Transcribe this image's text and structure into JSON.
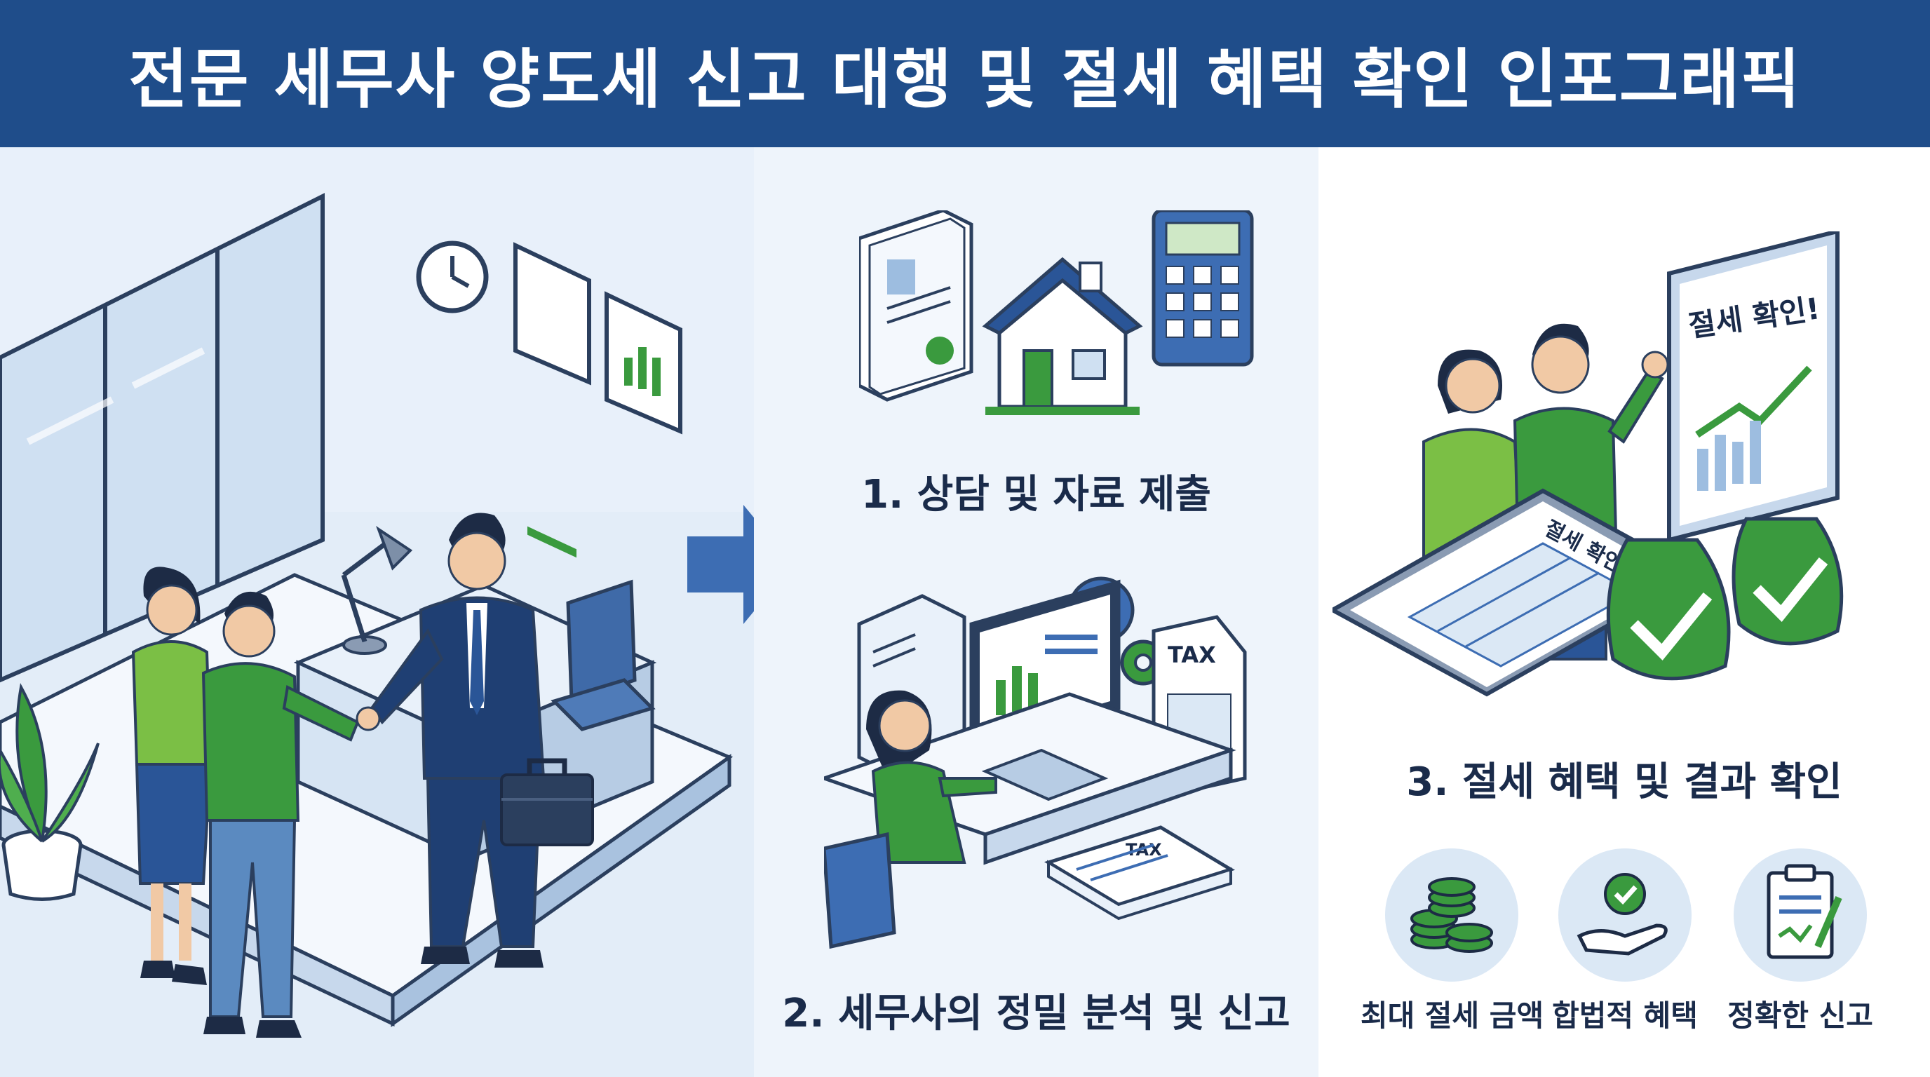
{
  "header": {
    "title": "전문 세무사 양도세 신고 대행 및 절세 혜택 확인 인포그래픽"
  },
  "colors": {
    "header_bg": "#1f4d8a",
    "navy": "#1f3f73",
    "green": "#3a9a3e",
    "light_blue": "#dbe8f5"
  },
  "steps": [
    {
      "label": "1. 상담 및 자료 제출"
    },
    {
      "label": "2. 세무사의 정밀 분석 및 신고"
    },
    {
      "label": "3. 절세 혜택 및 결과 확인"
    }
  ],
  "illustration_text": {
    "tax_doc_1": "TAX",
    "tax_doc_2": "TAX",
    "monitor_banner": "절세 확인!",
    "tablet_title": "절세 확인"
  },
  "benefits": [
    {
      "label": "최대 절세 금액",
      "icon": "coins-icon"
    },
    {
      "label": "합법적 혜택",
      "icon": "hand-gear-icon"
    },
    {
      "label": "정확한 신고",
      "icon": "clipboard-icon"
    }
  ]
}
